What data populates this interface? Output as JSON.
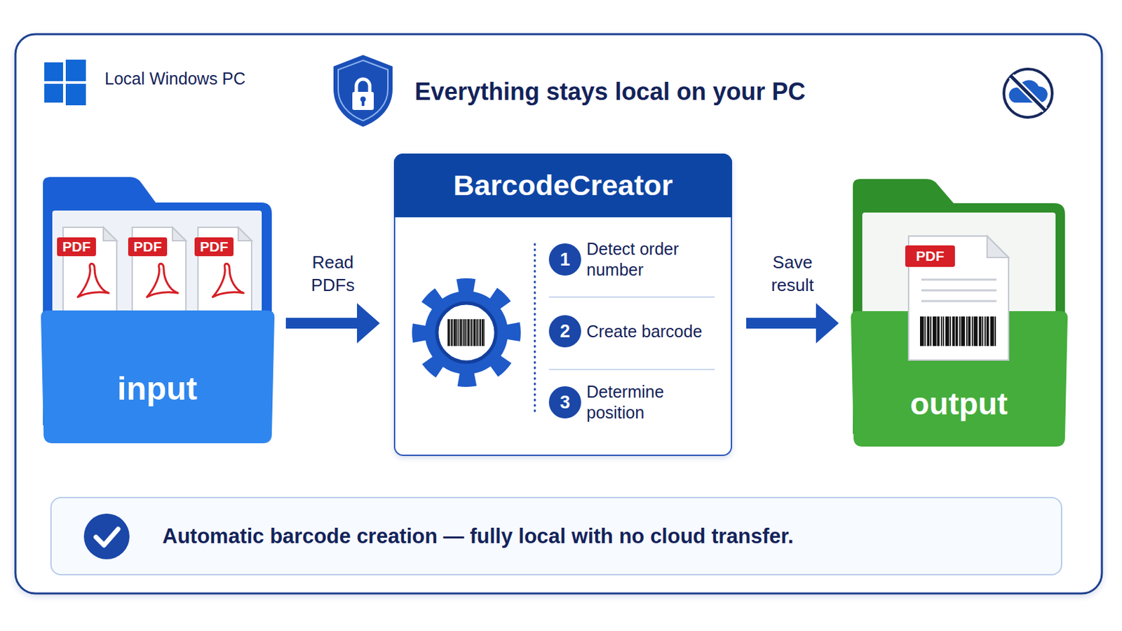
{
  "diagram": {
    "title": "Everything stays local on your PC",
    "nodes": [
      {
        "text": [
          "input"
        ]
      },
      {
        "text": [
          "BarcodeCreator"
        ]
      },
      {
        "text": [
          "1",
          "Detect order number"
        ],
        "in": 1
      },
      {
        "text": [
          "2",
          "Create barcode"
        ],
        "in": 1
      },
      {
        "text": [
          "3",
          "Determine position"
        ],
        "in": 1
      },
      {
        "text": [
          "output"
        ]
      },
      {
        "text": [
          "Automatic barcode creation — fully local with no cloud transfer."
        ]
      }
    ],
    "edges": [
      {
        "from": 0,
        "to": 1,
        "label": "Read PDFs",
        "arrow": "to"
      },
      {
        "from": 1,
        "to": 5,
        "label": "Save result",
        "arrow": "to"
      }
    ],
    "labels": [
      "Local Windows PC",
      "PDF",
      "PDF",
      "PDF",
      "PDF"
    ]
  }
}
